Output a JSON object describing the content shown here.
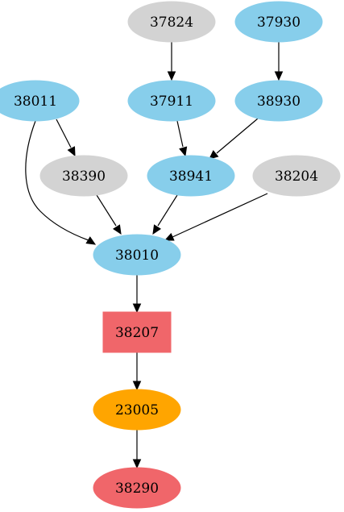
{
  "colors": {
    "blue": "#87ceeb",
    "gray": "#d3d3d3",
    "red": "#f0666a",
    "orange": "#ffa500",
    "edge": "#000000"
  },
  "nodes": [
    {
      "id": "37824",
      "label": "37824",
      "shape": "ellipse",
      "color": "gray"
    },
    {
      "id": "37930",
      "label": "37930",
      "shape": "ellipse",
      "color": "blue"
    },
    {
      "id": "38011",
      "label": "38011",
      "shape": "ellipse",
      "color": "blue"
    },
    {
      "id": "37911",
      "label": "37911",
      "shape": "ellipse",
      "color": "blue"
    },
    {
      "id": "38930",
      "label": "38930",
      "shape": "ellipse",
      "color": "blue"
    },
    {
      "id": "38390",
      "label": "38390",
      "shape": "ellipse",
      "color": "gray"
    },
    {
      "id": "38941",
      "label": "38941",
      "shape": "ellipse",
      "color": "blue"
    },
    {
      "id": "38204",
      "label": "38204",
      "shape": "ellipse",
      "color": "gray"
    },
    {
      "id": "38010",
      "label": "38010",
      "shape": "ellipse",
      "color": "blue"
    },
    {
      "id": "38207",
      "label": "38207",
      "shape": "box",
      "color": "red"
    },
    {
      "id": "23005",
      "label": "23005",
      "shape": "ellipse",
      "color": "orange"
    },
    {
      "id": "38290",
      "label": "38290",
      "shape": "ellipse",
      "color": "red"
    }
  ],
  "edges": [
    {
      "from": "37824",
      "to": "37911"
    },
    {
      "from": "37930",
      "to": "38930"
    },
    {
      "from": "38011",
      "to": "38390"
    },
    {
      "from": "38011",
      "to": "38010"
    },
    {
      "from": "37911",
      "to": "38941"
    },
    {
      "from": "38930",
      "to": "38941"
    },
    {
      "from": "38390",
      "to": "38010"
    },
    {
      "from": "38941",
      "to": "38010"
    },
    {
      "from": "38204",
      "to": "38010"
    },
    {
      "from": "38010",
      "to": "38207"
    },
    {
      "from": "38207",
      "to": "23005"
    },
    {
      "from": "23005",
      "to": "38290"
    }
  ]
}
